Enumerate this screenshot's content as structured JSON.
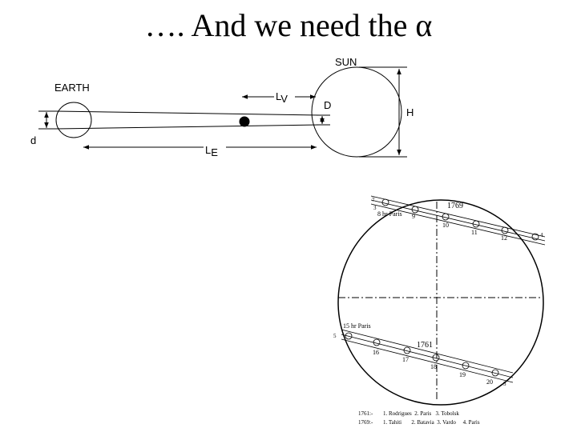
{
  "slide": {
    "title": "…. And we need the α"
  },
  "geometry_diagram": {
    "labels": {
      "sun": "SUN",
      "earth": "EARTH",
      "lv_main": "L",
      "lv_sub": "V",
      "le_main": "L",
      "le_sub": "E",
      "d_upper": "D",
      "d_lower": "d",
      "h": "H"
    }
  },
  "transit_diagram": {
    "labels": {
      "year_1769": "1769",
      "year_1761": "1761",
      "time_8hr": "8 hr Paris",
      "time_15hr": "15 hr Paris"
    },
    "hours_1769": [
      "9",
      "10",
      "11",
      "12"
    ],
    "hours_1761": [
      "16",
      "17",
      "18",
      "19",
      "20"
    ],
    "markers": {
      "m7": "7",
      "m5": "5",
      "m3": "3",
      "m3b": "3",
      "m4": "4"
    },
    "legend": {
      "row1_year": "1761:-",
      "row1_entries": "1. Rodrigues  2. Paris   3. Tobolsk",
      "row2_year": "1769:-",
      "row2_entries": "1. Tahiti       2. Batavia  3. Vardo     4. Paris"
    }
  }
}
